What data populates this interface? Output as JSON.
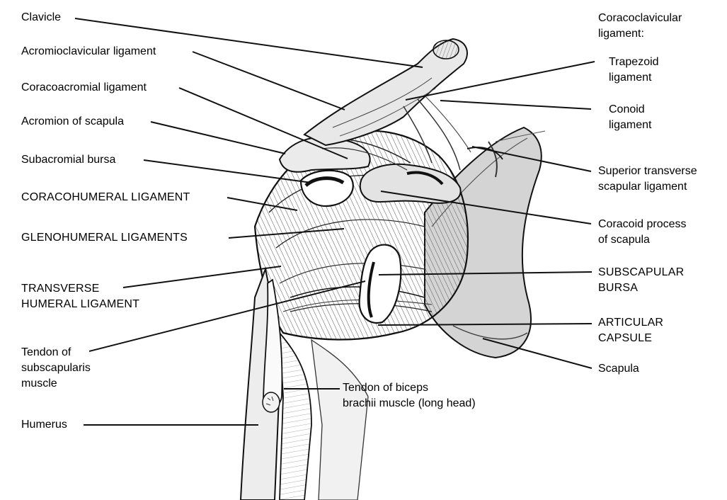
{
  "labels": {
    "clavicle": "Clavicle",
    "acromioclavicular": "Acromioclavicular ligament",
    "coracoacromial": "Coracoacromial ligament",
    "acromion": "Acromion of scapula",
    "subacromial": "Subacromial bursa",
    "coracohumeral": "CORACOHUMERAL LIGAMENT",
    "glenohumeral": "GLENOHUMERAL LIGAMENTS",
    "transverse_1": "TRANSVERSE",
    "transverse_2": "HUMERAL LIGAMENT",
    "tendon_sub_1": "Tendon of",
    "tendon_sub_2": "subscapularis",
    "tendon_sub_3": "muscle",
    "humerus": "Humerus",
    "biceps_1": "Tendon of biceps",
    "biceps_2": "brachii muscle (long head)",
    "coracoclavicular_1": "Coracoclavicular",
    "coracoclavicular_2": "ligament:",
    "trapezoid_1": "Trapezoid",
    "trapezoid_2": "ligament",
    "conoid_1": "Conoid",
    "conoid_2": "ligament",
    "sup_transverse_1": "Superior transverse",
    "sup_transverse_2": "scapular ligament",
    "coracoid_1": "Coracoid process",
    "coracoid_2": "of scapula",
    "subscapular_1": "SUBSCAPULAR",
    "subscapular_2": "BURSA",
    "articular_1": "ARTICULAR",
    "articular_2": "CAPSULE",
    "scapula": "Scapula"
  },
  "colors": {
    "ink": "#111111",
    "tissue": "#e6e6e6",
    "shadow": "#8c8c8c",
    "background": "#ffffff"
  }
}
